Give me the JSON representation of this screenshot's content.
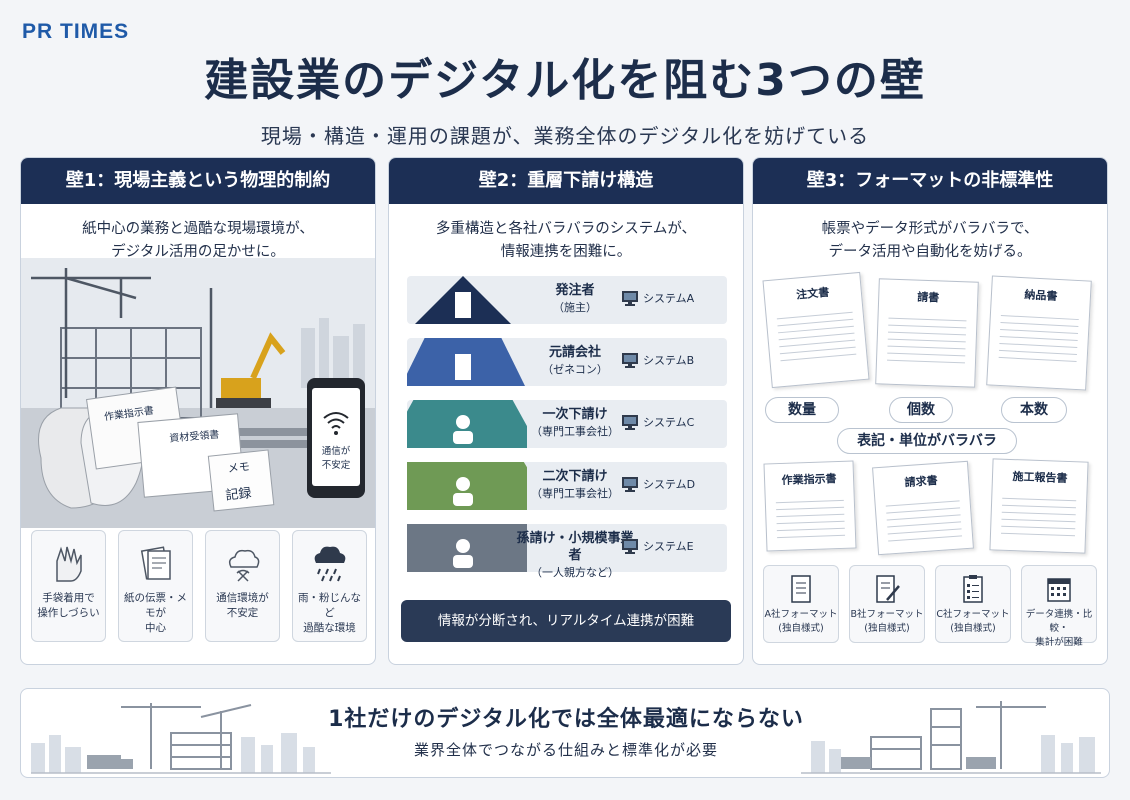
{
  "logo": "PR TIMES",
  "title": "建設業のデジタル化を阻む3つの壁",
  "subtitle": "現場・構造・運用の課題が、業務全体のデジタル化を妨げている",
  "panels": [
    {
      "header": "壁1：現場主義という物理的制約",
      "desc_line1": "紙中心の業務と過酷な現場環境が、",
      "desc_line2": "デジタル活用の足かせに。",
      "papers": [
        "作業指示書",
        "資材受領書",
        "メモ",
        "記録"
      ],
      "phone_text_1": "通信が",
      "phone_text_2": "不安定",
      "tiles": [
        {
          "l1": "手袋着用で",
          "l2": "操作しづらい",
          "icon": "glove-icon"
        },
        {
          "l1": "紙の伝票・メモが",
          "l2": "中心",
          "icon": "paper-icon"
        },
        {
          "l1": "通信環境が",
          "l2": "不安定",
          "icon": "cloud-no-wifi-icon"
        },
        {
          "l1": "雨・粉じんなど",
          "l2": "過酷な環境",
          "icon": "rain-icon"
        }
      ]
    },
    {
      "header": "壁2：重層下請け構造",
      "desc_line1": "多重構造と各社バラバラのシステムが、",
      "desc_line2": "情報連携を困難に。",
      "tiers": [
        {
          "role": "発注者",
          "sub": "（施主）",
          "system": "システムA",
          "color": "#1c2f55"
        },
        {
          "role": "元請会社",
          "sub": "（ゼネコン）",
          "system": "システムB",
          "color": "#3c62a8"
        },
        {
          "role": "一次下請け",
          "sub": "（専門工事会社）",
          "system": "システムC",
          "color": "#3b8a8c"
        },
        {
          "role": "二次下請け",
          "sub": "（専門工事会社）",
          "system": "システムD",
          "color": "#6f9a55"
        },
        {
          "role": "孫請け・小規模事業者",
          "sub": "（一人親方など）",
          "system": "システムE",
          "color": "#6c7785"
        }
      ],
      "bottom": "情報が分断され、リアルタイム連携が困難"
    },
    {
      "header": "壁3：フォーマットの非標準性",
      "desc_line1": "帳票やデータ形式がバラバラで、",
      "desc_line2": "データ活用や自動化を妨げる。",
      "docs_top": [
        "注文書",
        "請書",
        "納品書"
      ],
      "pills": [
        "数量",
        "個数",
        "本数"
      ],
      "pill_main": "表記・単位がバラバラ",
      "docs_bottom": [
        "作業指示書",
        "請求書",
        "施工報告書"
      ],
      "formats": [
        {
          "l1": "A社フォーマット",
          "l2": "(独自様式)",
          "icon": "document-icon"
        },
        {
          "l1": "B社フォーマット",
          "l2": "(独自様式)",
          "icon": "edit-document-icon"
        },
        {
          "l1": "C社フォーマット",
          "l2": "(独自様式)",
          "icon": "checklist-icon"
        },
        {
          "l1": "データ連携・比較・",
          "l2": "集計が困難",
          "icon": "calendar-grid-icon"
        }
      ]
    }
  ],
  "footer": {
    "title": "1社だけのデジタル化では全体最適にならない",
    "sub": "業界全体でつながる仕組みと標準化が必要"
  }
}
